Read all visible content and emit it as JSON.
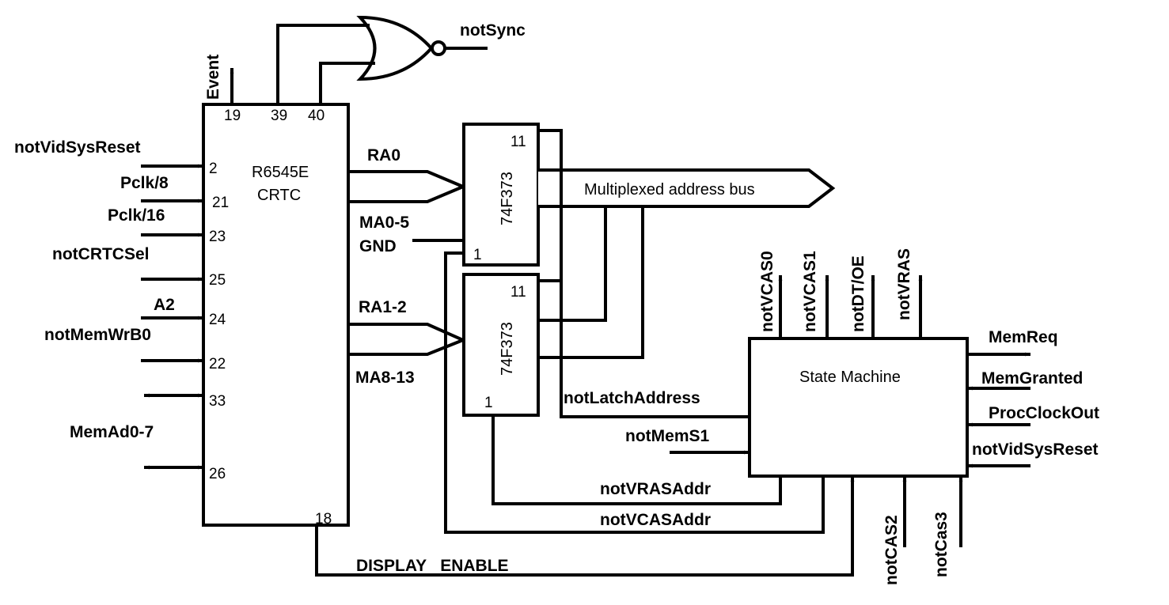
{
  "crtc": {
    "name": "R6545E",
    "sub": "CRTC"
  },
  "crtc_pins": {
    "p19": "19",
    "p39": "39",
    "p40": "40",
    "p2": "2",
    "p21": "21",
    "p23": "23",
    "p25": "25",
    "p24": "24",
    "p22": "22",
    "p33": "33",
    "p26": "26",
    "p18": "18"
  },
  "latch1": {
    "name": "74F373",
    "pin_top": "11",
    "pin_bottom": "1"
  },
  "latch2": {
    "name": "74F373",
    "pin_top": "11",
    "pin_bottom": "1"
  },
  "state_machine": {
    "name": "State Machine"
  },
  "gate": {
    "output": "notSync"
  },
  "labels": {
    "event": "Event",
    "notVidSysReset_left": "notVidSysReset",
    "pclk8": "Pclk/8",
    "pclk16": "Pclk/16",
    "notCRTCSel": "notCRTCSel",
    "a2": "A2",
    "notMemWrB0": "notMemWrB0",
    "memAd": "MemAd0-7",
    "ra0": "RA0",
    "ma05": "MA0-5",
    "gnd": "GND",
    "ra12": "RA1-2",
    "ma813": "MA8-13",
    "mux_bus": "Multiplexed address bus",
    "notVCAS0": "notVCAS0",
    "notVCAS1": "notVCAS1",
    "notDTOE": "notDT/OE",
    "notVRAS": "notVRAS",
    "memReq": "MemReq",
    "memGranted": "MemGranted",
    "procClockOut": "ProcClockOut",
    "notVidSysReset_right": "notVidSysReset",
    "notLatchAddress": "notLatchAddress",
    "notMemS1": "notMemS1",
    "notVRASAddr": "notVRASAddr",
    "notVCASAddr": "notVCASAddr",
    "notCAS2": "notCAS2",
    "notCas3": "notCas3",
    "displayEnable": "DISPLAY   ENABLE"
  }
}
